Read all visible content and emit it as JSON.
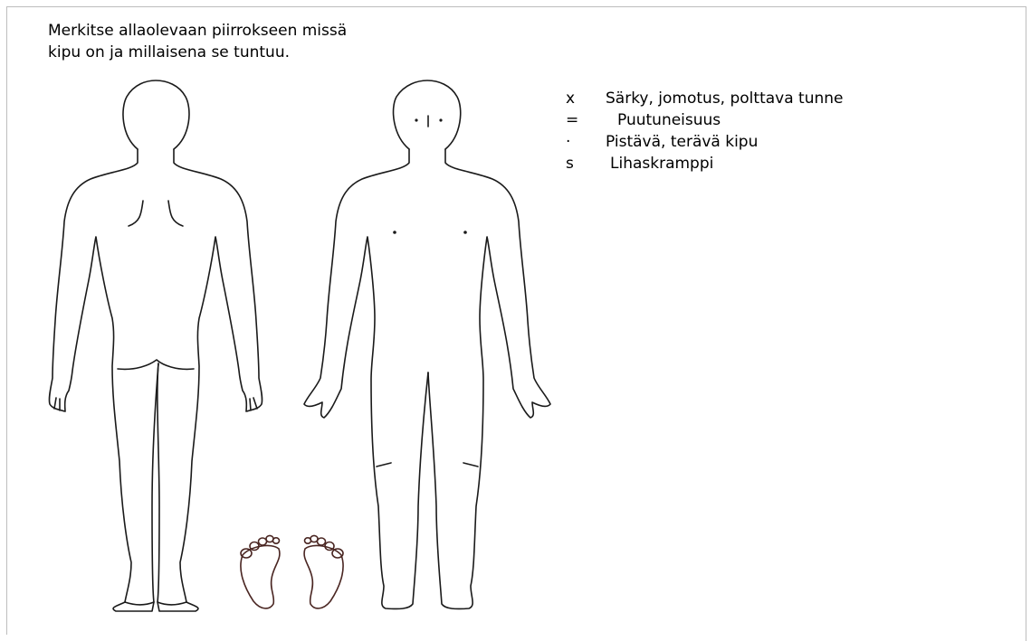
{
  "instructions": {
    "line1": "Merkitse allaolevaan piirrokseen missä",
    "line2": "kipu on ja millaisena se tuntuu."
  },
  "legend": [
    {
      "symbol": "x",
      "description": "Särky, jomotus, polttava tunne"
    },
    {
      "symbol": "=",
      "description": "Puutuneisuus"
    },
    {
      "symbol": "·",
      "description": "Pistävä, terävä kipu"
    },
    {
      "symbol": "s",
      "description": "Lihaskramppi"
    }
  ],
  "figures": {
    "back": "back-body-outline",
    "front": "front-body-outline",
    "feet": "foot-soles-outline"
  }
}
